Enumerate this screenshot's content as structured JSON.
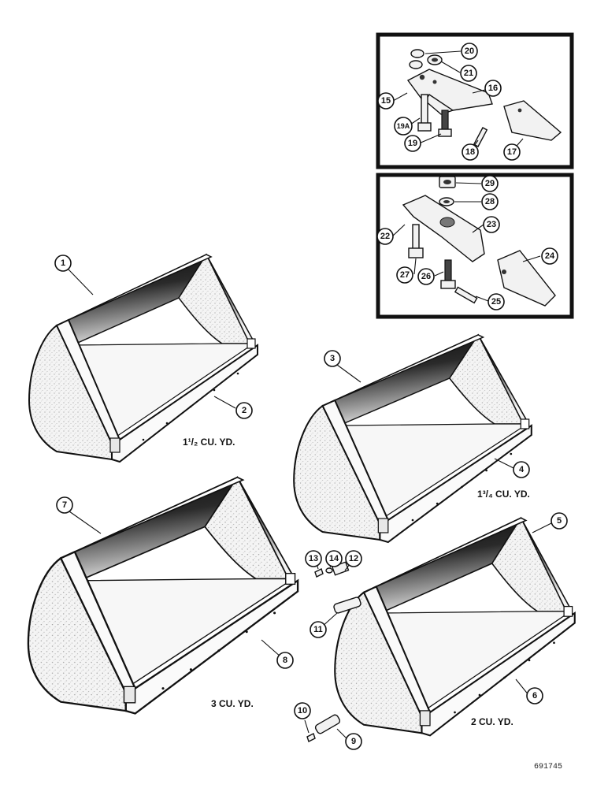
{
  "bucket_captions": {
    "b1": "1¹/₂ CU. YD.",
    "b2": "1³/₄ CU. YD.",
    "b3": "3 CU. YD.",
    "b4": "2 CU. YD."
  },
  "callouts": [
    "1",
    "2",
    "3",
    "4",
    "5",
    "6",
    "7",
    "8",
    "9",
    "10",
    "11",
    "12",
    "13",
    "14",
    "15",
    "16",
    "17",
    "18",
    "19",
    "19A",
    "20",
    "21",
    "22",
    "23",
    "24",
    "25",
    "26",
    "27",
    "28",
    "29"
  ],
  "drawing_number": "691745"
}
